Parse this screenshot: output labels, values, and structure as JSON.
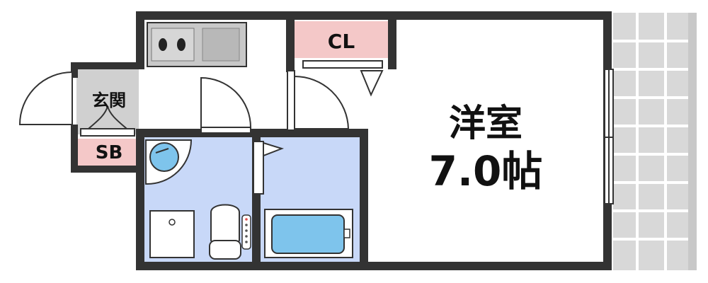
{
  "rooms": {
    "western_room": {
      "name": "洋室",
      "size": "7.0帖"
    },
    "closet": {
      "label": "CL"
    },
    "entrance": {
      "label": "玄関"
    },
    "shoe_box": {
      "label": "SB"
    }
  },
  "colors": {
    "wall": "#333333",
    "closet_fill": "#f4c8c8",
    "shoebox_fill": "#f4c8c8",
    "entrance_fill": "#d0d0d0",
    "wet_area_fill": "#c8d8f8",
    "fixture_blue": "#7ec4ec",
    "balcony_fill": "#d8d8d8",
    "balcony_grid": "#ffffff"
  }
}
